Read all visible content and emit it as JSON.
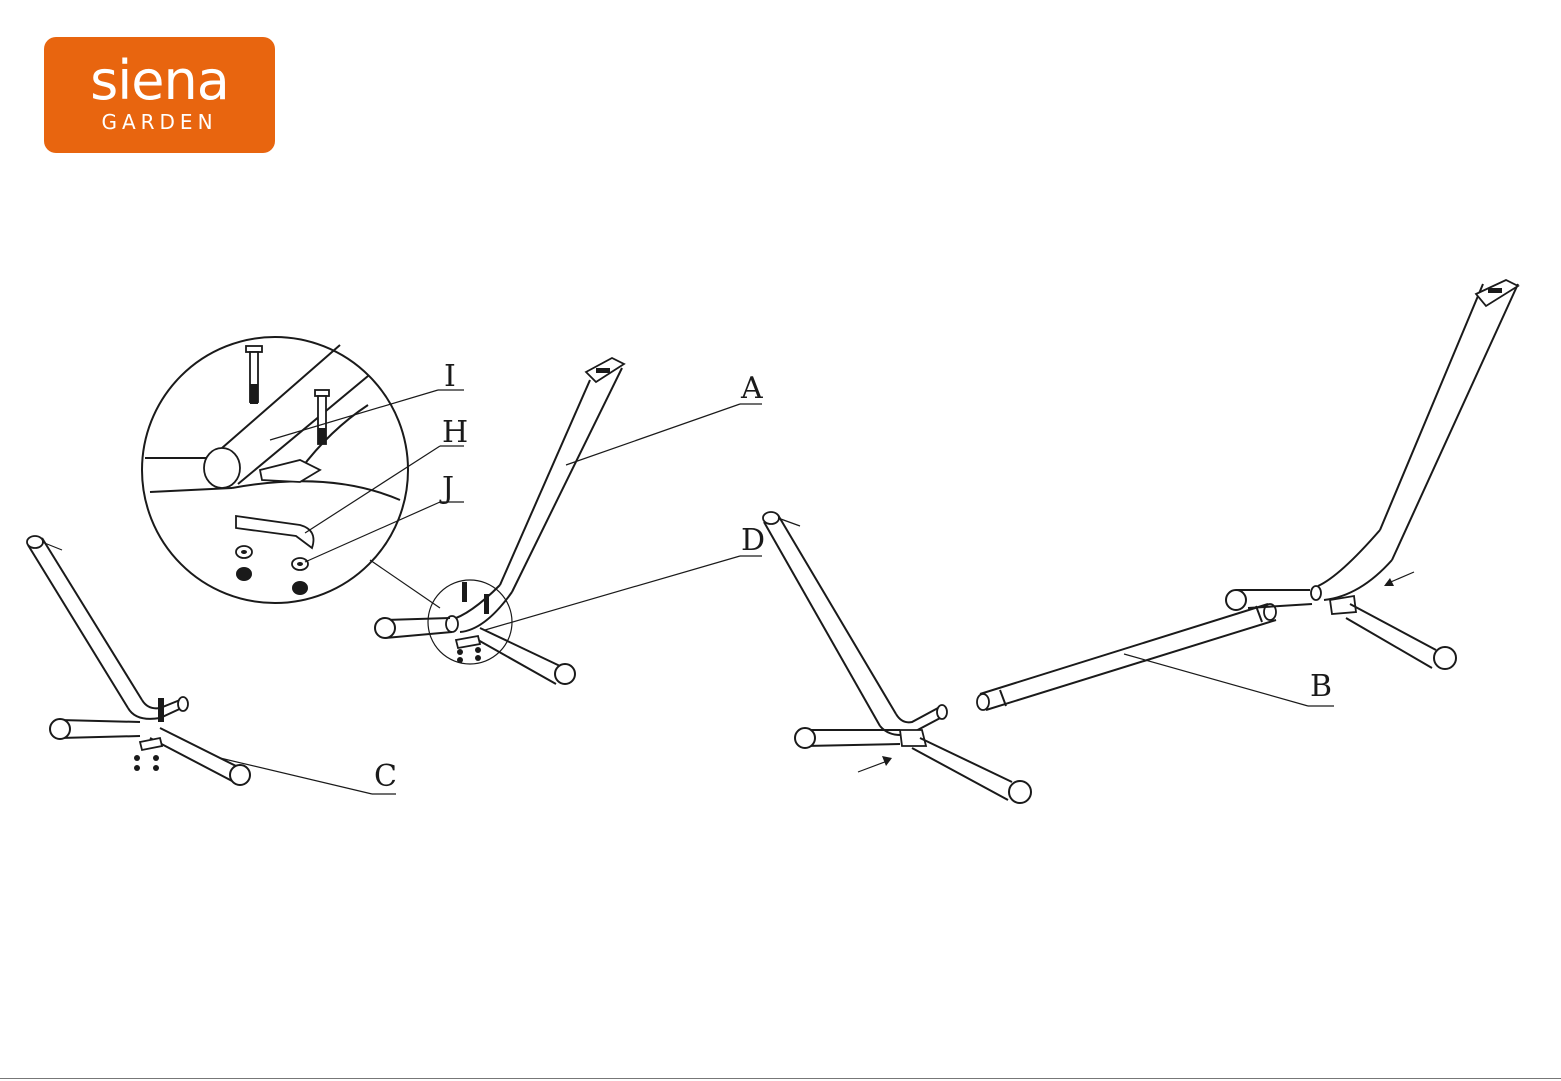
{
  "logo": {
    "brand": "siena",
    "sub": "GARDEN",
    "color": "#e8650f"
  },
  "parts": {
    "A": "A",
    "B": "B",
    "C": "C",
    "D": "D",
    "H": "H",
    "I": "I",
    "J": "J"
  }
}
